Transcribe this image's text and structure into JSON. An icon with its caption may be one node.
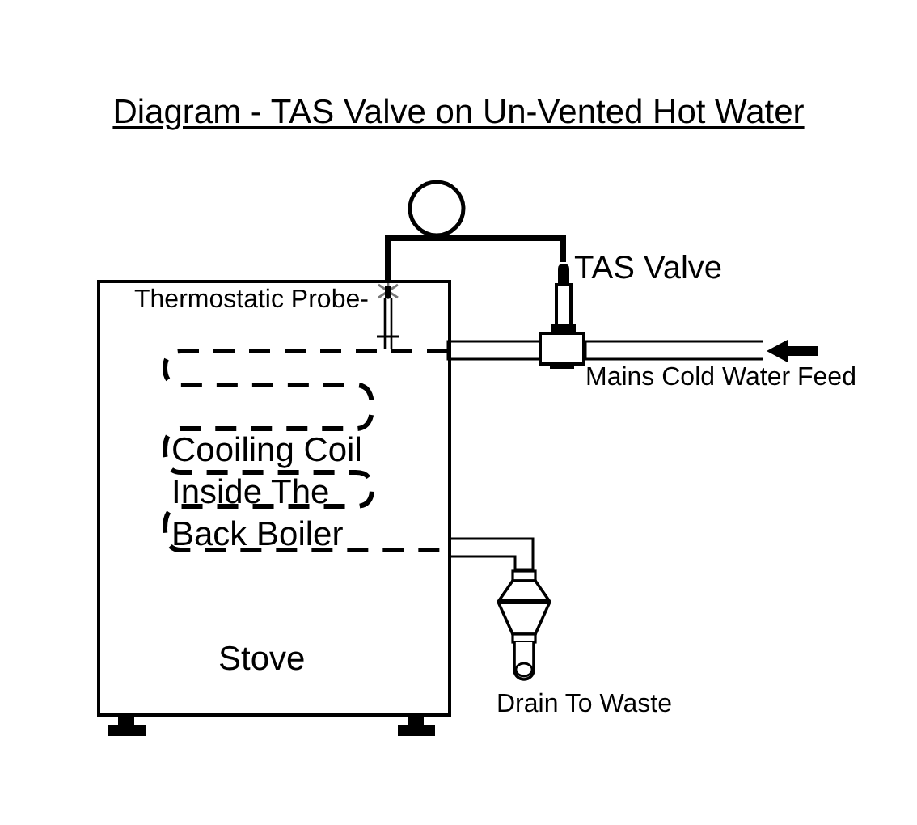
{
  "diagram": {
    "title": "Diagram - TAS Valve on Un-Vented Hot Water",
    "nodes": [
      {
        "text": [
          "Stove"
        ]
      },
      {
        "text": [
          "Thermostatic Probe-"
        ],
        "in": 0
      },
      {
        "text": [
          "Cooiling Coil Inside The Back Boiler"
        ],
        "in": 0
      },
      {
        "text": [],
        "shape": "circle"
      },
      {
        "text": [],
        "shape": "picture",
        "beside": [
          "TAS Valve"
        ]
      },
      {
        "text": [],
        "shape": "picture",
        "beside": [
          "Drain To Waste"
        ]
      },
      {
        "text": [
          "Mains Cold Water Feed"
        ]
      }
    ],
    "edges": [
      {
        "from": 1,
        "to": 3,
        "arrow": "none",
        "style": "thick"
      },
      {
        "from": 3,
        "to": 4,
        "arrow": "none",
        "style": "thick"
      },
      {
        "from": 6,
        "to": 4,
        "arrow": "none"
      },
      {
        "from": 4,
        "to": 2,
        "arrow": "none"
      },
      {
        "from": 2,
        "to": 5,
        "arrow": "none"
      }
    ]
  }
}
